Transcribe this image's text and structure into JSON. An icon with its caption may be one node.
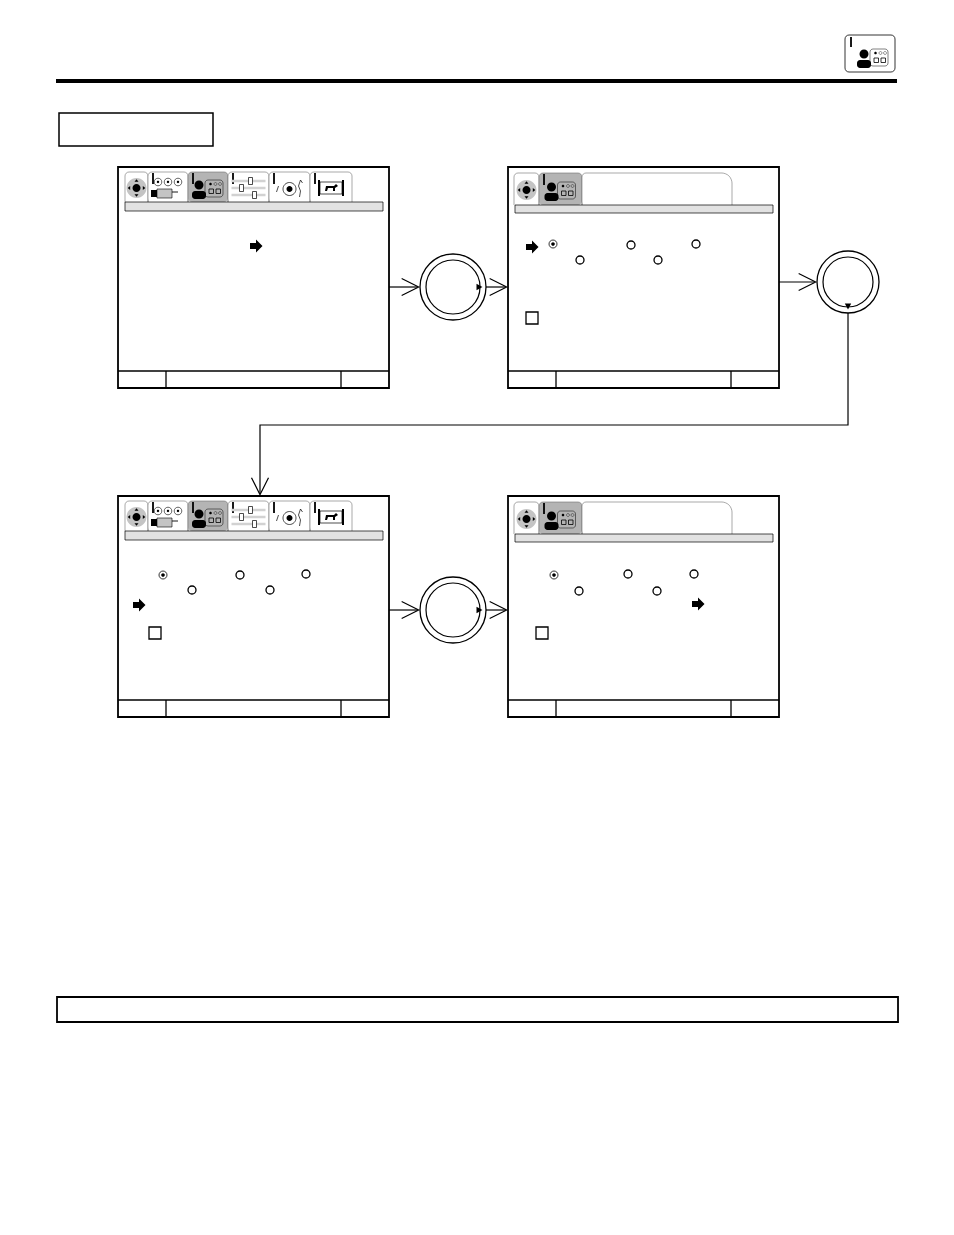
{
  "diagram": {
    "nodes": [
      {
        "text": [],
        "shape": "box"
      },
      {
        "text": [],
        "shape": "picture"
      },
      {
        "text": [],
        "shape": "circle"
      },
      {
        "text": [],
        "shape": "picture"
      },
      {
        "text": [],
        "shape": "circle"
      },
      {
        "text": [],
        "shape": "picture"
      },
      {
        "text": [],
        "shape": "circle"
      },
      {
        "text": [],
        "shape": "picture"
      },
      {
        "text": [],
        "shape": "box"
      }
    ],
    "edges": [
      {
        "from": 1,
        "to": 2,
        "arrow": "to"
      },
      {
        "from": 2,
        "to": 3,
        "arrow": "to"
      },
      {
        "from": 3,
        "to": 4,
        "arrow": "to"
      },
      {
        "from": 4,
        "to": 5,
        "arrow": "to"
      },
      {
        "from": 5,
        "to": 6,
        "arrow": "to"
      },
      {
        "from": 6,
        "to": 7,
        "arrow": "to"
      }
    ]
  }
}
